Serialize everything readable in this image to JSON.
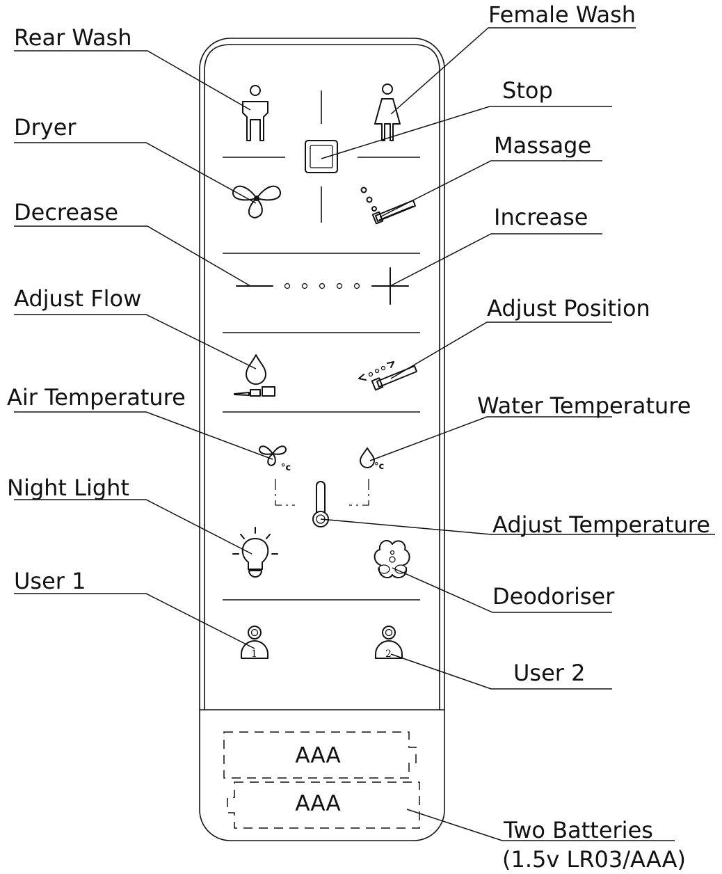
{
  "labels": {
    "rear_wash": "Rear Wash",
    "female_wash": "Female Wash",
    "stop": "Stop",
    "dryer": "Dryer",
    "massage": "Massage",
    "decrease": "Decrease",
    "increase": "Increase",
    "adjust_flow": "Adjust Flow",
    "adjust_position": "Adjust Position",
    "air_temperature": "Air Temperature",
    "water_temperature": "Water Temperature",
    "night_light": "Night Light",
    "adjust_temperature": "Adjust Temperature",
    "user_1": "User 1",
    "deodoriser": "Deodoriser",
    "user_2": "User 2",
    "two_batteries_line1": "Two Batteries",
    "two_batteries_line2": "(1.5v LR03/AAA)"
  },
  "batteries": {
    "battery_1": "AAA",
    "battery_2": "AAA"
  },
  "button_marks": {
    "user_1_number": "1",
    "user_2_number": "2",
    "celsius": "°c"
  }
}
